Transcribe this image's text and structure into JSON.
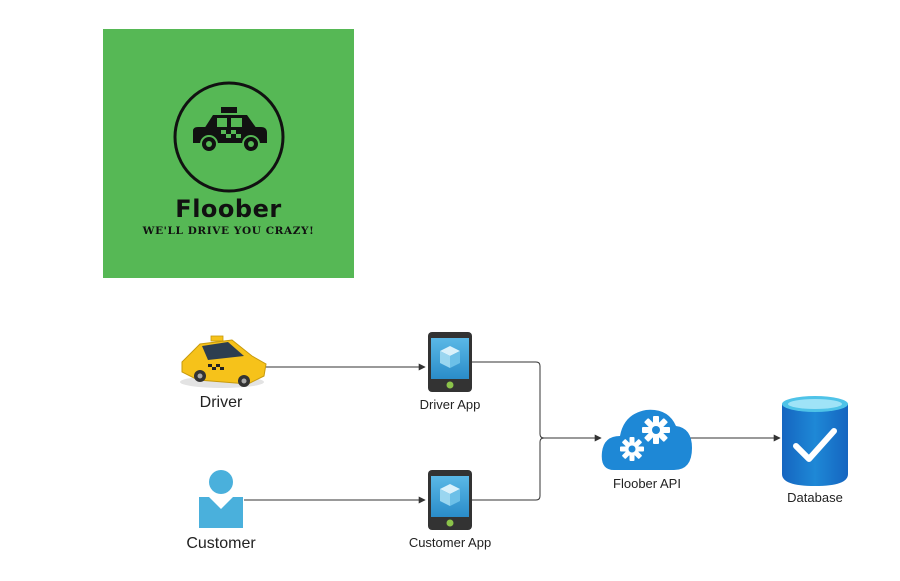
{
  "logo": {
    "title": "Floober",
    "tagline": "WE'LL DRIVE YOU CRAZY!",
    "background": "#56b855",
    "icon": "taxi-icon"
  },
  "nodes": {
    "driver": {
      "label": "Driver",
      "icon": "taxi-car-icon"
    },
    "customer": {
      "label": "Customer",
      "icon": "user-icon"
    },
    "driver_app": {
      "label": "Driver App",
      "icon": "mobile-app-icon"
    },
    "customer_app": {
      "label": "Customer App",
      "icon": "mobile-app-icon"
    },
    "api": {
      "label": "Floober API",
      "icon": "cloud-gears-icon"
    },
    "database": {
      "label": "Database",
      "icon": "database-check-icon"
    }
  },
  "edges": [
    {
      "from": "driver",
      "to": "driver_app"
    },
    {
      "from": "customer",
      "to": "customer_app"
    },
    {
      "from": "driver_app",
      "to": "api"
    },
    {
      "from": "customer_app",
      "to": "api"
    },
    {
      "from": "api",
      "to": "database"
    }
  ],
  "colors": {
    "accent_blue": "#1e88d6",
    "user_blue": "#4ab0dc",
    "taxi_yellow": "#f6c21a",
    "line": "#333333"
  }
}
